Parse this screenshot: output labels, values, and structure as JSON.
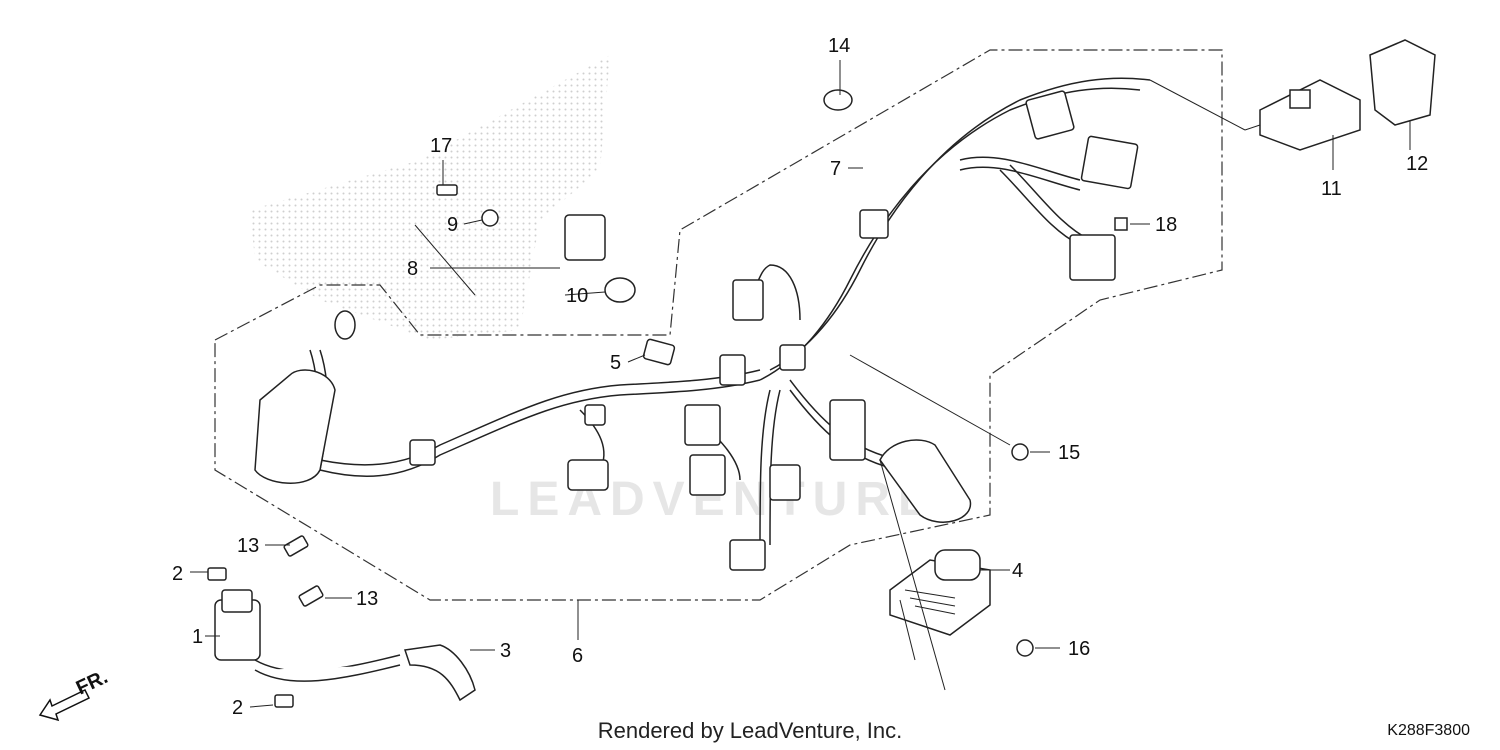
{
  "diagram": {
    "callouts": [
      "1",
      "2",
      "2",
      "3",
      "4",
      "5",
      "6",
      "7",
      "8",
      "9",
      "10",
      "11",
      "12",
      "13",
      "13",
      "14",
      "15",
      "16",
      "17",
      "18"
    ],
    "watermark": "LEADVENTURE",
    "direction": "FR.",
    "footer": "Rendered by LeadVenture, Inc.",
    "code": "K288F3800"
  }
}
